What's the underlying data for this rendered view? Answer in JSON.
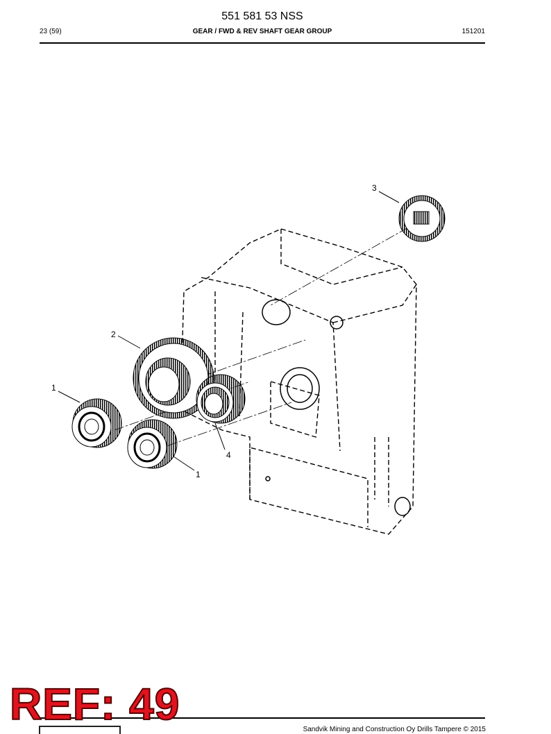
{
  "header": {
    "doc_number": "551 581 53 NSS",
    "page_count": "23 (59)",
    "group_title": "GEAR / FWD & REV SHAFT GEAR GROUP",
    "doc_date": "151201"
  },
  "drawing": {
    "callouts": [
      "3",
      "2",
      "1",
      "4",
      "1"
    ]
  },
  "footer": {
    "copyright": "Sandvik Mining and Construction Oy Drills Tampere © 2015",
    "ref_stamp": "REF: 49"
  }
}
